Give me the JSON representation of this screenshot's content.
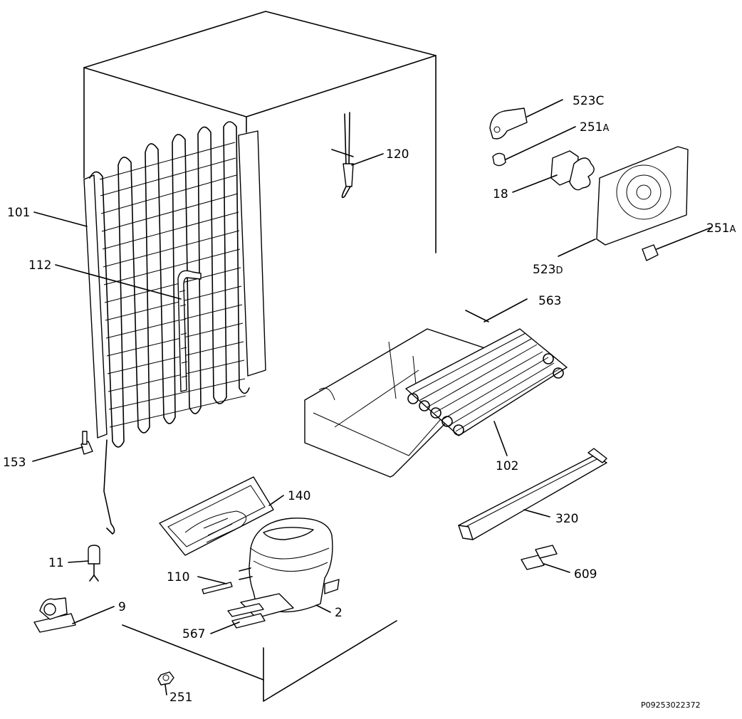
{
  "parts": {
    "p523c": {
      "num": "523",
      "suffix": "C"
    },
    "p251a_top": {
      "num": "251",
      "suffix": "A"
    },
    "p120": {
      "num": "120"
    },
    "p18": {
      "num": "18"
    },
    "p251a_right": {
      "num": "251",
      "suffix": "A"
    },
    "p101": {
      "num": "101"
    },
    "p112": {
      "num": "112"
    },
    "p523d": {
      "num": "523",
      "suffix": "D"
    },
    "p563": {
      "num": "563"
    },
    "p153": {
      "num": "153"
    },
    "p102": {
      "num": "102"
    },
    "p140": {
      "num": "140"
    },
    "p320": {
      "num": "320"
    },
    "p11": {
      "num": "11"
    },
    "p110": {
      "num": "110"
    },
    "p609": {
      "num": "609"
    },
    "p9": {
      "num": "9"
    },
    "p2": {
      "num": "2"
    },
    "p567": {
      "num": "567"
    },
    "p251": {
      "num": "251"
    }
  },
  "drawing_ref": "P09253022372"
}
